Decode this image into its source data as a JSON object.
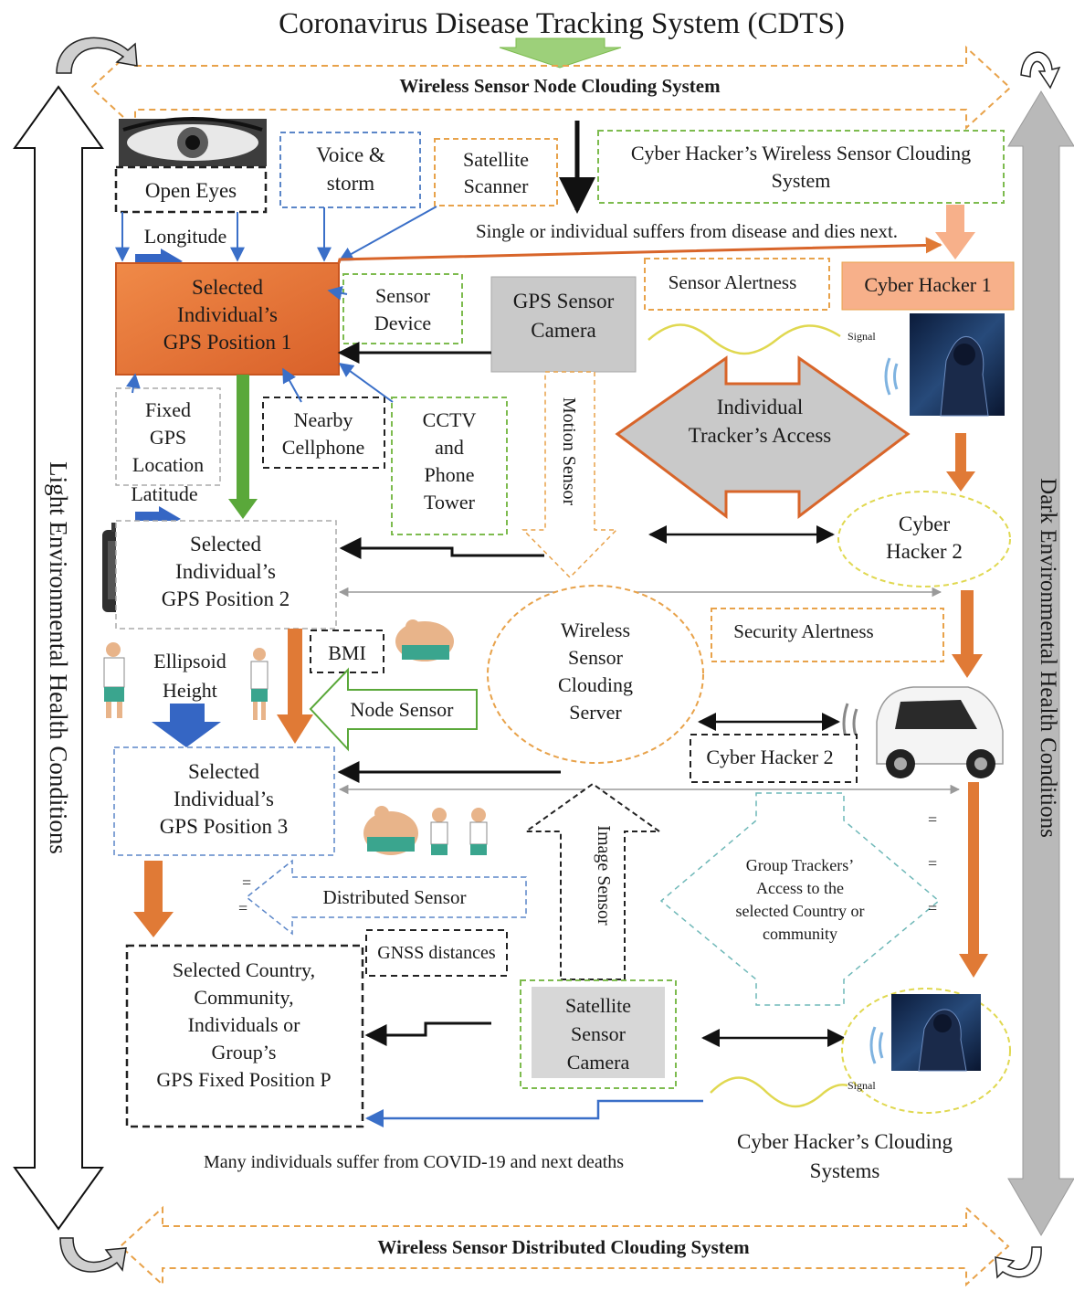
{
  "title": "Coronavirus Disease Tracking System (CDTS)",
  "top_band": "Wireless Sensor Node Clouding System",
  "bottom_band": "Wireless Sensor Distributed Clouding System",
  "left_side": "Light Environmental Health Conditions",
  "right_side": "Dark Environmental Health Conditions",
  "open_eyes": "Open Eyes",
  "voice_storm": [
    "Voice &",
    "storm"
  ],
  "satellite_scanner": [
    "Satellite",
    "Scanner"
  ],
  "cyber_wireless_system": [
    "Cyber Hacker’s Wireless Sensor Clouding",
    "System"
  ],
  "single_individual_note": "Single or individual suffers from disease and dies next.",
  "longitude": "Longitude",
  "latitude": "Latitude",
  "gps_position_1": [
    "Selected",
    "Individual’s",
    "GPS Position 1"
  ],
  "sensor_device": [
    "Sensor",
    "Device"
  ],
  "gps_sensor_camera": [
    "GPS Sensor",
    "Camera"
  ],
  "sensor_alertness": "Sensor Alertness",
  "cyber_hacker_1": "Cyber Hacker 1",
  "signal_label": "Signal",
  "fixed_gps_location": [
    "Fixed",
    "GPS",
    "Location"
  ],
  "nearby_cellphone": [
    "Nearby",
    "Cellphone"
  ],
  "cctv_phone_tower": [
    "CCTV",
    "and",
    "Phone",
    "Tower"
  ],
  "motion_sensor": "Motion Sensor",
  "individual_tracker_access": [
    "Individual",
    "Tracker’s Access"
  ],
  "cyber_hacker_2_oval": [
    "Cyber",
    "Hacker 2"
  ],
  "gps_position_2": [
    "Selected",
    "Individual’s",
    "GPS Position 2"
  ],
  "wireless_server": [
    "Wireless",
    "Sensor",
    "Clouding",
    "Server"
  ],
  "security_alertness": "Security Alertness",
  "bmi": "BMI",
  "ellipsoid_height": [
    "Ellipsoid",
    "Height"
  ],
  "node_sensor": "Node Sensor",
  "cyber_hacker_2_box": "Cyber Hacker 2",
  "gps_position_3": [
    "Selected",
    "Individual’s",
    "GPS Position 3"
  ],
  "image_sensor": "Image Sensor",
  "distributed_sensor": "Distributed Sensor",
  "group_trackers_access": [
    "Group Trackers’",
    "Access to the",
    "selected Country or",
    "community"
  ],
  "gnss_distances": "GNSS distances",
  "selected_country": [
    "Selected Country,",
    "Community,",
    "Individuals or",
    "Group’s",
    "GPS Fixed Position P"
  ],
  "satellite_sensor_camera": [
    "Satellite",
    "Sensor",
    "Camera"
  ],
  "many_individuals_note": "Many individuals suffer from COVID-19 and next deaths",
  "cyber_clouding_systems": [
    "Cyber Hacker’s Clouding",
    "Systems"
  ],
  "equals_mark": "=",
  "colors": {
    "orange": "#e07a36",
    "orange_dark": "#d8652a",
    "peach": "#f7b08a",
    "blue": "#3a6fc8",
    "blue_arrow": "#3566c4",
    "green": "#5aa83a",
    "light_green": "#9dd07a",
    "gray": "#c9c9c9",
    "gray_dark": "#a7a7a7",
    "dash_orange": "#e8a24a",
    "dash_yellow": "#d9c640",
    "dash_green": "#7dbb4e",
    "dash_blue": "#5b86c8",
    "dash_teal": "#6fb8b8"
  },
  "icons": [
    "eye-photo",
    "hacker-photo",
    "car-photo",
    "phone-photo",
    "person-icons",
    "signal-waves-icon"
  ]
}
